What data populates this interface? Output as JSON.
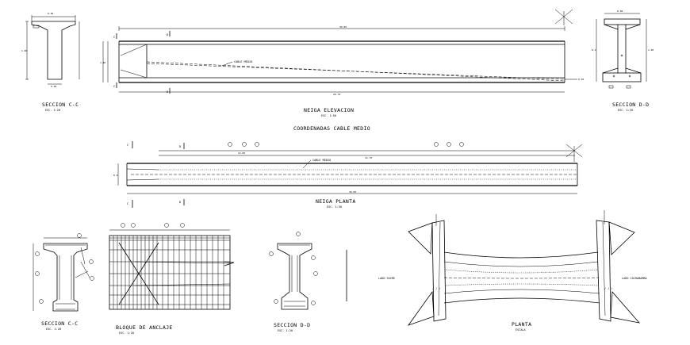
{
  "labels": {
    "seccion_cc_top": "SECCION C-C",
    "seccion_cc_top_scale": "ESC. 1:20",
    "viga_elevacion": "NEIGA ELEVACION",
    "viga_elevacion_scale": "ESC. 1:50",
    "seccion_dd_top": "SECCION D-D",
    "seccion_dd_top_scale": "ESC. 1:20",
    "coordenadas": "COORDENADAS CABLE MEDIO",
    "viga_planta": "NEIGA PLANTA",
    "viga_planta_scale": "ESC. 1:50",
    "seccion_cc_bottom": "SECCION C-C",
    "seccion_cc_bottom_scale": "ESC. 1:20",
    "bloque_anclaje": "BLOQUE DE ANCLAJE",
    "bloque_anclaje_scale": "ESC. 1:20",
    "seccion_dd_bottom": "SECCION D-D",
    "seccion_dd_bottom_scale": "ESC. 1:20",
    "planta": "PLANTA",
    "planta_scale": "ESCALA",
    "lado_sucre": "LADO SUCRE",
    "lado_cochabamba": "LADO COCHABAMBA",
    "cable_medio_1": "CABLE MEDIO",
    "cable_medio_2": "CABLE MEDIO",
    "section_c": "C",
    "section_d": "D"
  },
  "colors": {
    "background": "#ffffff",
    "ink": "#000000"
  }
}
